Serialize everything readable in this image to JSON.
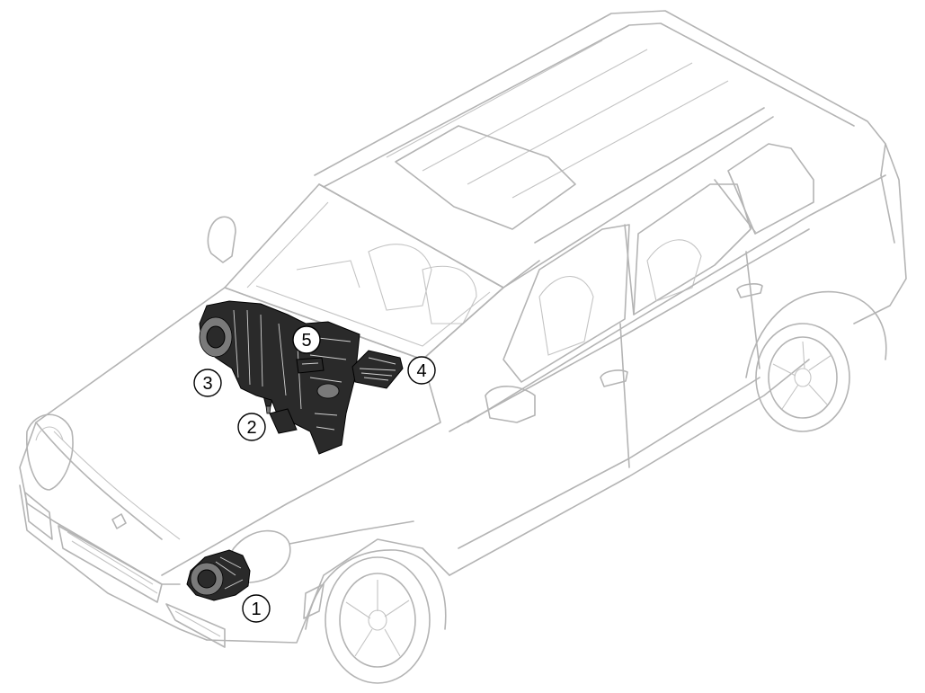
{
  "diagram": {
    "callouts": [
      {
        "id": "1",
        "label": "1"
      },
      {
        "id": "2",
        "label": "2"
      },
      {
        "id": "3",
        "label": "3"
      },
      {
        "id": "4",
        "label": "4"
      },
      {
        "id": "5",
        "label": "5"
      }
    ]
  },
  "colors": {
    "outline": "#b4b4b4",
    "component": "#2a2a2a",
    "callout_stroke": "#000000"
  }
}
